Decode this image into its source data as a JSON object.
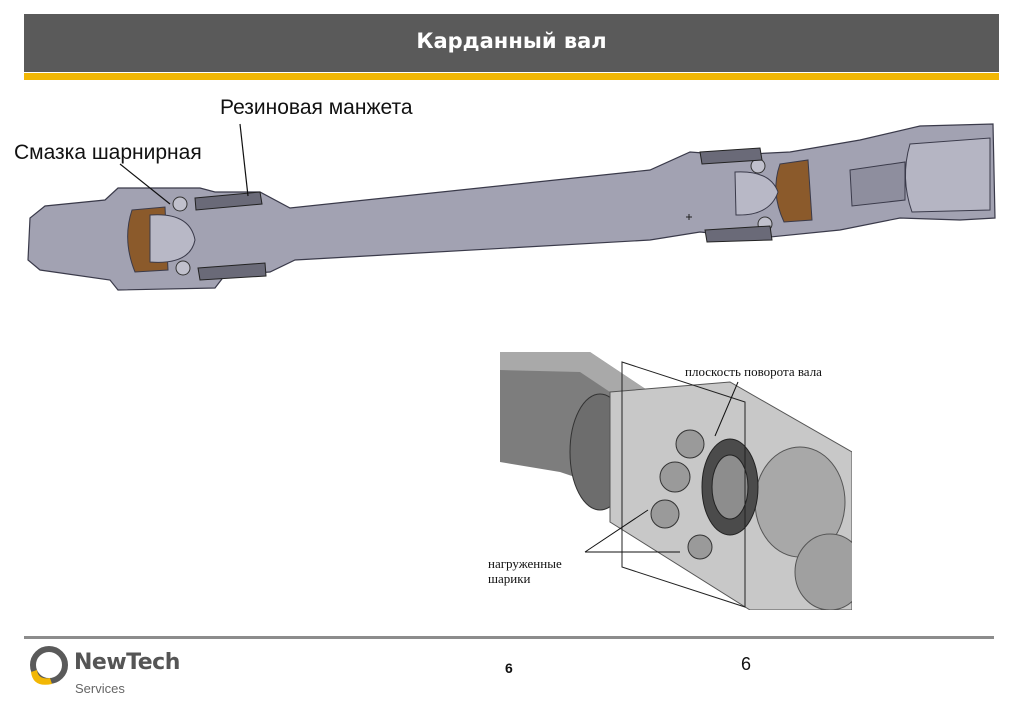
{
  "header": {
    "title": "Карданный вал"
  },
  "labels": {
    "rubber_boot": "Резиновая манжета",
    "joint_lubricant": "Смазка шарнирная"
  },
  "inset": {
    "rotation_plane": "плоскость поворота вала",
    "loaded_balls_line1": "нагруженные",
    "loaded_balls_line2": "шарики"
  },
  "footer": {
    "page_number_bold": "6",
    "page_number": "6",
    "logo_name": "NewTech",
    "logo_sub": "Services"
  },
  "colors": {
    "header_bg": "#5a5a5a",
    "accent": "#f2b705",
    "shaft": "#9a9aaa",
    "grease": "#8b5a2b"
  }
}
